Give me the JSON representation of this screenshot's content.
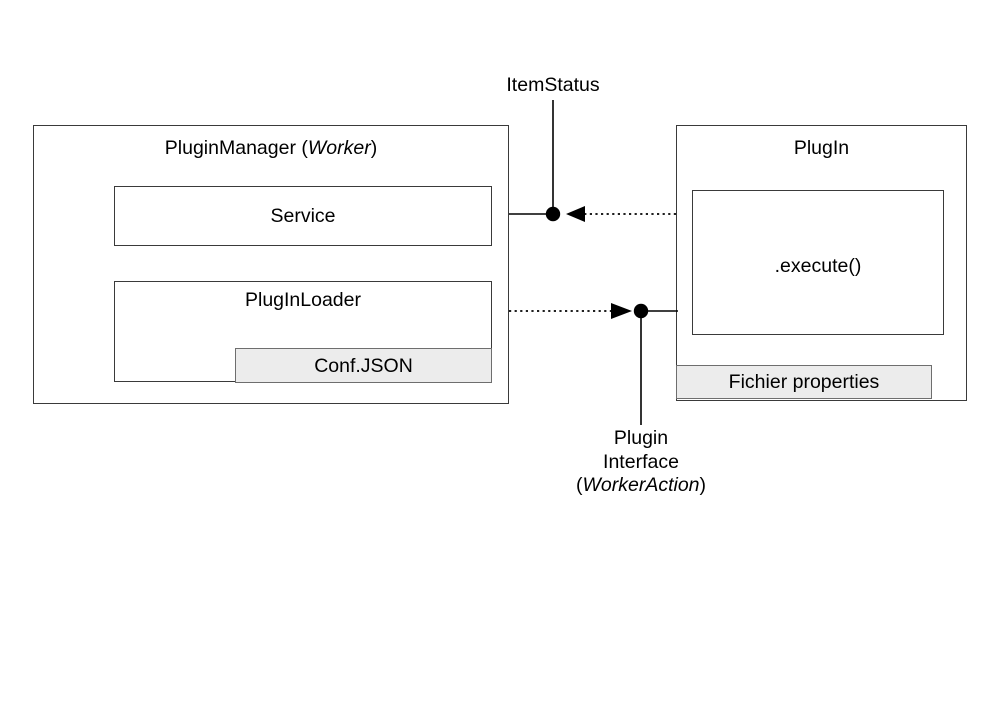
{
  "diagram": {
    "title_visible": false,
    "background": "#ffffff",
    "line_color": "#000000",
    "box_border_color": "#3a3a3a",
    "shaded_fill": "#ececec"
  },
  "plugin_manager": {
    "title_plain": "PluginManager (",
    "title_em": "Worker",
    "title_close": ")",
    "service": {
      "label": "Service"
    },
    "plugin_loader": {
      "label": "PlugInLoader"
    },
    "conf_json": {
      "label": "Conf.JSON"
    }
  },
  "plugin": {
    "title": "PlugIn",
    "execute": {
      "label": ".execute()"
    },
    "properties_file": {
      "label": "Fichier properties"
    }
  },
  "connectors": {
    "item_status": {
      "label": "ItemStatus",
      "direction": "plugin-to-manager",
      "style": "dotted-arrow"
    },
    "plugin_interface": {
      "line1": "Plugin",
      "line2": "Interface",
      "line3_open": "(",
      "line3_em": "WorkerAction",
      "line3_close": ")",
      "direction": "manager-to-plugin",
      "style": "dotted-arrow"
    }
  }
}
